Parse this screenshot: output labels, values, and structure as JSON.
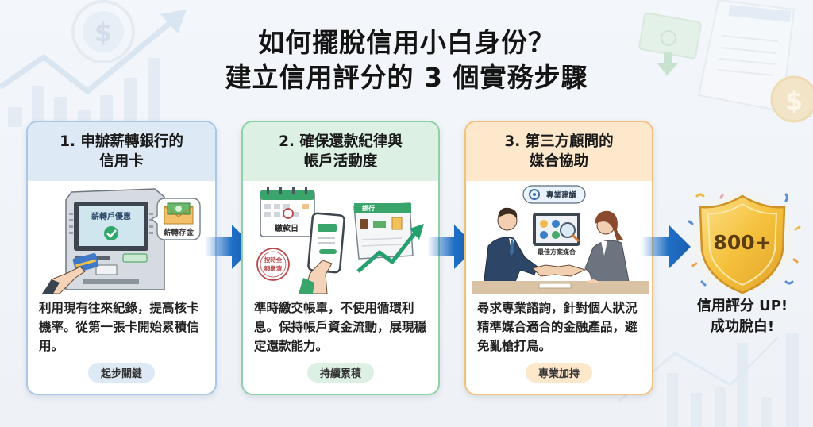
{
  "title": {
    "line1": "如何擺脫信用小白身份？",
    "line2": "建立信用評分的 3 個實務步驟"
  },
  "steps": [
    {
      "heading_line1": "1. 申辦薪轉銀行的",
      "heading_line2": "信用卡",
      "illustration": {
        "atm_screen_label": "薪轉戶優惠",
        "bubble_label": "薪轉存金",
        "icons": [
          "atm-icon",
          "check-icon",
          "credit-card-icon",
          "envelope-money-icon"
        ]
      },
      "description": "利用現有往來紀錄，提高核卡機率。從第一張卡開始累積信用。",
      "tag": "起步關鍵",
      "accent": "#a9c8e8"
    },
    {
      "heading_line1": "2. 確保還款紀律與",
      "heading_line2": "帳戶活動度",
      "illustration": {
        "calendar_label": "繳款日",
        "stamp_label": "按時全額繳清",
        "bank_panel_label": "銀行",
        "icons": [
          "calendar-icon",
          "smartphone-icon",
          "stamp-icon",
          "bank-statement-icon",
          "trend-up-arrow-icon"
        ]
      },
      "description": "準時繳交帳單，不使用循環利息。保持帳戶資金流動，展現穩定還款能力。",
      "tag": "持續累積",
      "accent": "#8fd0a6"
    },
    {
      "heading_line1": "3. 第三方顧問的",
      "heading_line2": "媒合協助",
      "illustration": {
        "bubble_label": "專業建議",
        "tablet_label": "最佳方案媒合",
        "icons": [
          "gear-icon",
          "handshake-icon",
          "tablet-icon",
          "magnifier-icon"
        ]
      },
      "description": "尋求專業諮詢，針對個人狀況精準媒合適合的金融產品，避免亂槍打鳥。",
      "tag": "專業加持",
      "accent": "#f2c27c"
    }
  ],
  "result": {
    "score": "800+",
    "caption_line1": "信用評分 UP!",
    "caption_line2": "成功脫白!",
    "icon": "gold-shield-icon"
  },
  "colors": {
    "arrow_blue": "#1f6fc5",
    "trend_green": "#2aa573",
    "shield_gold": "#f5c13c"
  }
}
